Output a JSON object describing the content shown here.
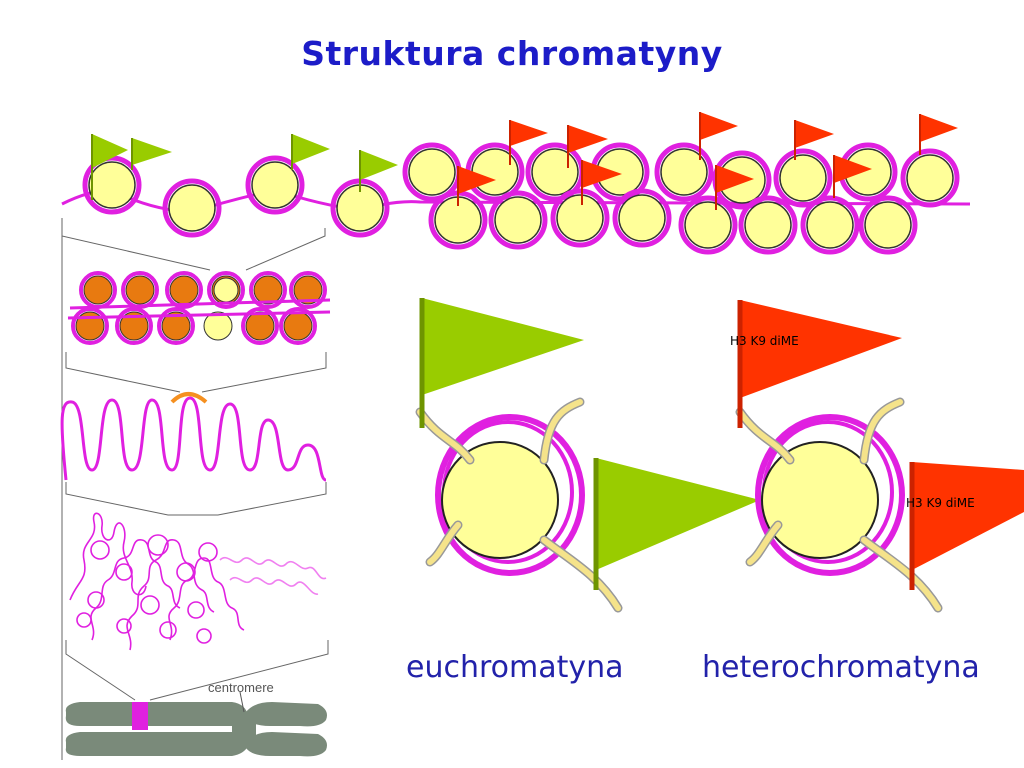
{
  "title": "Struktura chromatyny",
  "labels": {
    "euchromatin": "euchromatyna",
    "heterochromatin": "heterochromatyna",
    "centromere": "centromere",
    "mark_1": "H3 K9 diME",
    "mark_2": "H3 K9 diME"
  },
  "colors": {
    "title": "#1c1cc8",
    "caption": "#2222aa",
    "dna": "#e020e0",
    "nucleosome": "#ffff99",
    "nucleosome_compact": "#e87a10",
    "acetyl_flag": "#99cc00",
    "methyl_flag": "#ff3300",
    "tail": "#f5e38a",
    "chromosome": "#7a8a7a"
  }
}
